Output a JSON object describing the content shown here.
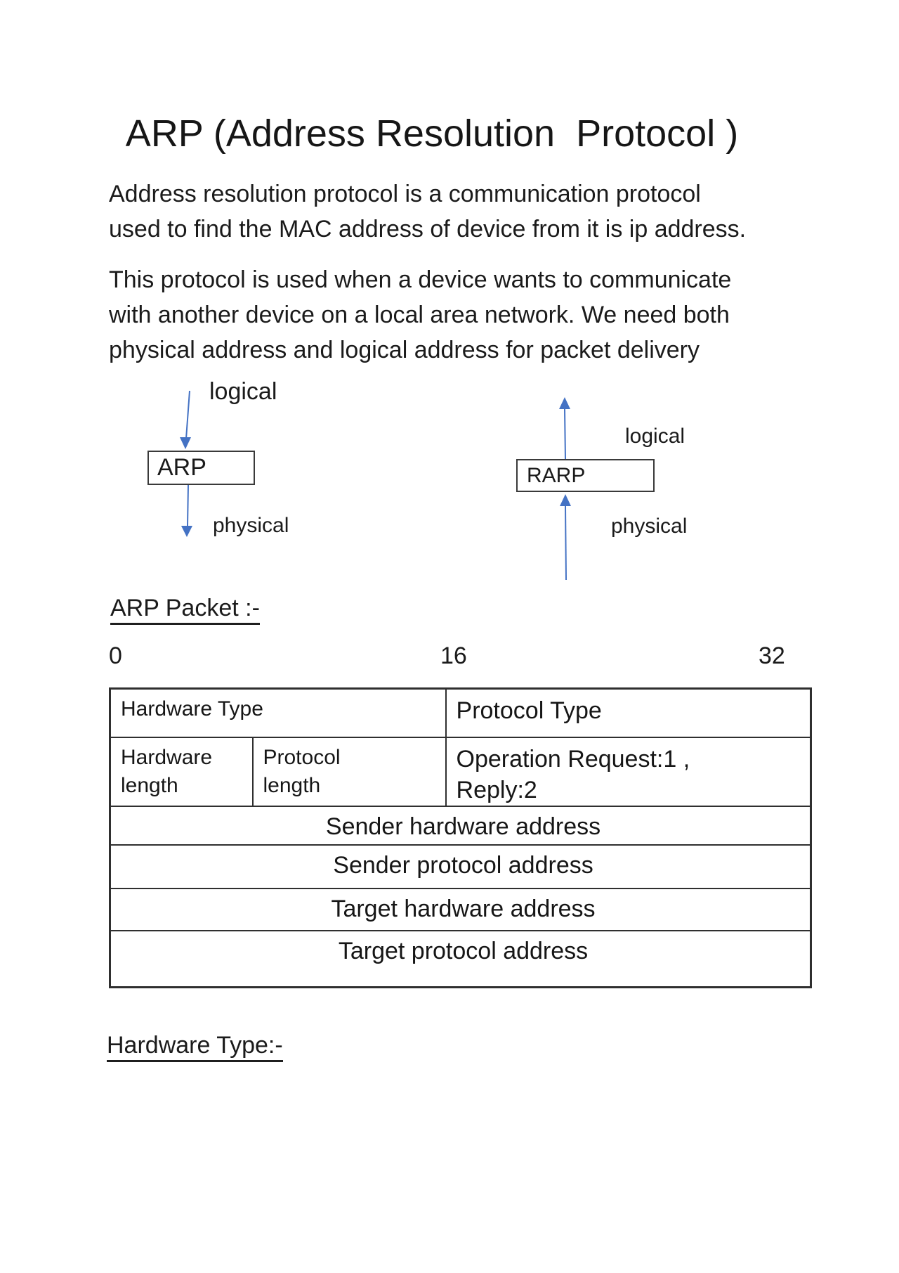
{
  "document": {
    "title": "ARP (Address Resolution  Protocol )",
    "paragraph_1": "Address resolution protocol is a communication protocol\nused to find the MAC address of device from it is ip address.",
    "paragraph_2": "This protocol is used when a device wants to communicate\nwith another device on a local area network. We need both\nphysical address and logical address for packet delivery"
  },
  "diagram": {
    "arrow_color": "#4472C4",
    "arp_box_label": "ARP",
    "arp_input_label": "logical",
    "arp_output_label": "physical",
    "rarp_box_label": "RARP",
    "rarp_output_label": "logical",
    "rarp_input_label": "physical"
  },
  "packet_section": {
    "heading": "ARP Packet :-",
    "bit_start": "0",
    "bit_middle": "16",
    "bit_end": "32",
    "table": {
      "hardware_type": "Hardware Type",
      "protocol_type": "Protocol Type",
      "hardware_length": "Hardware\nlength",
      "protocol_length": "Protocol\nlength",
      "operation": "Operation Request:1 ,\nReply:2",
      "sender_hardware_address": "Sender hardware address",
      "sender_protocol_address": "Sender protocol address",
      "target_hardware_address": "Target hardware address",
      "target_protocol_address": "Target protocol address"
    }
  },
  "hardware_type_section": {
    "heading": "Hardware Type:-"
  }
}
